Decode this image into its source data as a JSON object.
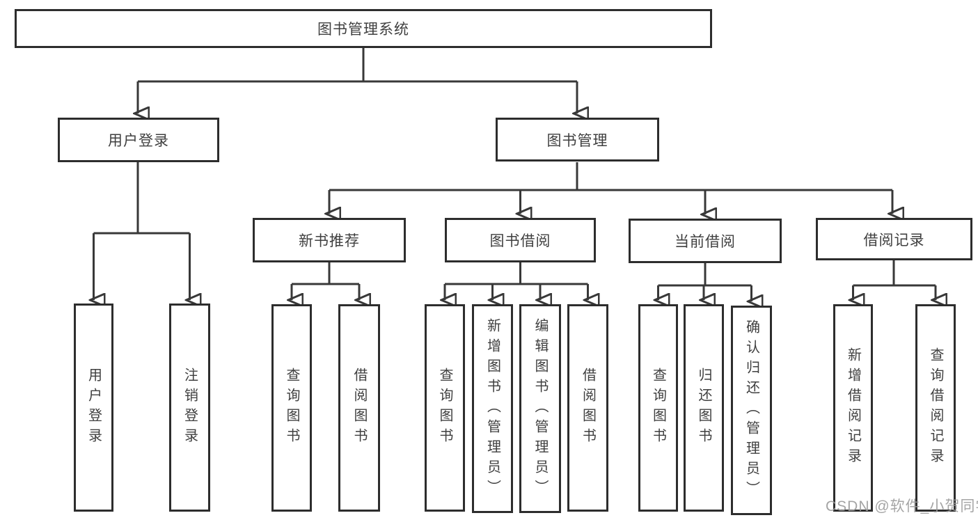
{
  "colors": {
    "line": "#383838",
    "box_border": "#2d2d2d",
    "text": "#3f3f3f",
    "watermark_text": "#9b9b9b"
  },
  "tree": {
    "root": "图书管理系统",
    "branches": {
      "user_login": "用户登录",
      "book_mgmt": "图书管理"
    },
    "modules": {
      "new_book_rec": "新书推荐",
      "book_borrow": "图书借阅",
      "current_borrow": "当前借阅",
      "borrow_record": "借阅记录"
    },
    "leaves": {
      "login": "用户登录",
      "logout": "注销登录",
      "nbr_query_book": "查询图书",
      "nbr_borrow_book": "借阅图书",
      "bb_query_book": "查询图书",
      "bb_add_book": "新增图书（管理员）",
      "bb_edit_book": "编辑图书（管理员）",
      "bb_borrow_book": "借阅图书",
      "cb_query_book": "查询图书",
      "cb_return_book": "归还图书",
      "cb_confirm_return": "确认归还（管理员）",
      "br_add_record": "新增借阅记录",
      "br_query_record": "查询借阅记录"
    }
  },
  "watermark": "CSDN @软件_小贺同学"
}
